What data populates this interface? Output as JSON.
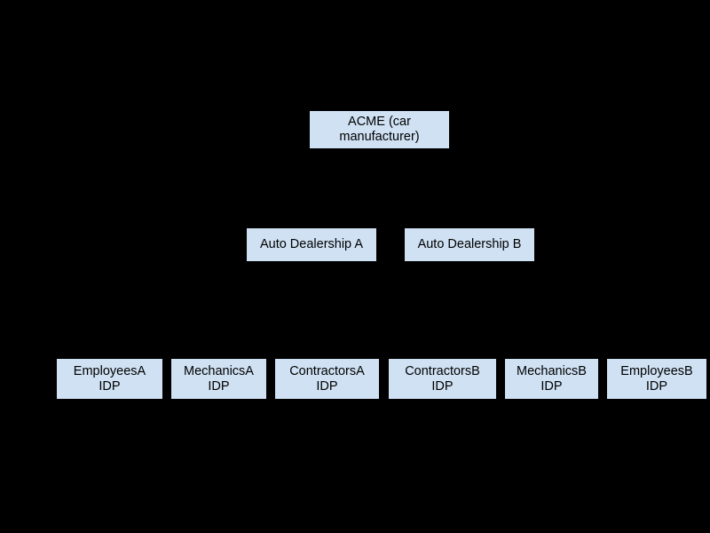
{
  "diagram": {
    "background_color": "#000000",
    "node_fill_color": "#cfe1f3",
    "node_border_color": "#000000",
    "edge_color": "#000000",
    "text_color": "#000000",
    "root": {
      "label": "ACME (car\nmanufacturer)"
    },
    "dealerships": [
      {
        "label": "Auto Dealership A"
      },
      {
        "label": "Auto Dealership B"
      }
    ],
    "idps": [
      {
        "label": "EmployeesA\nIDP"
      },
      {
        "label": "MechanicsA\nIDP"
      },
      {
        "label": "ContractorsA\nIDP"
      },
      {
        "label": "ContractorsB\nIDP"
      },
      {
        "label": "MechanicsB\nIDP"
      },
      {
        "label": "EmployeesB\nIDP"
      }
    ]
  }
}
